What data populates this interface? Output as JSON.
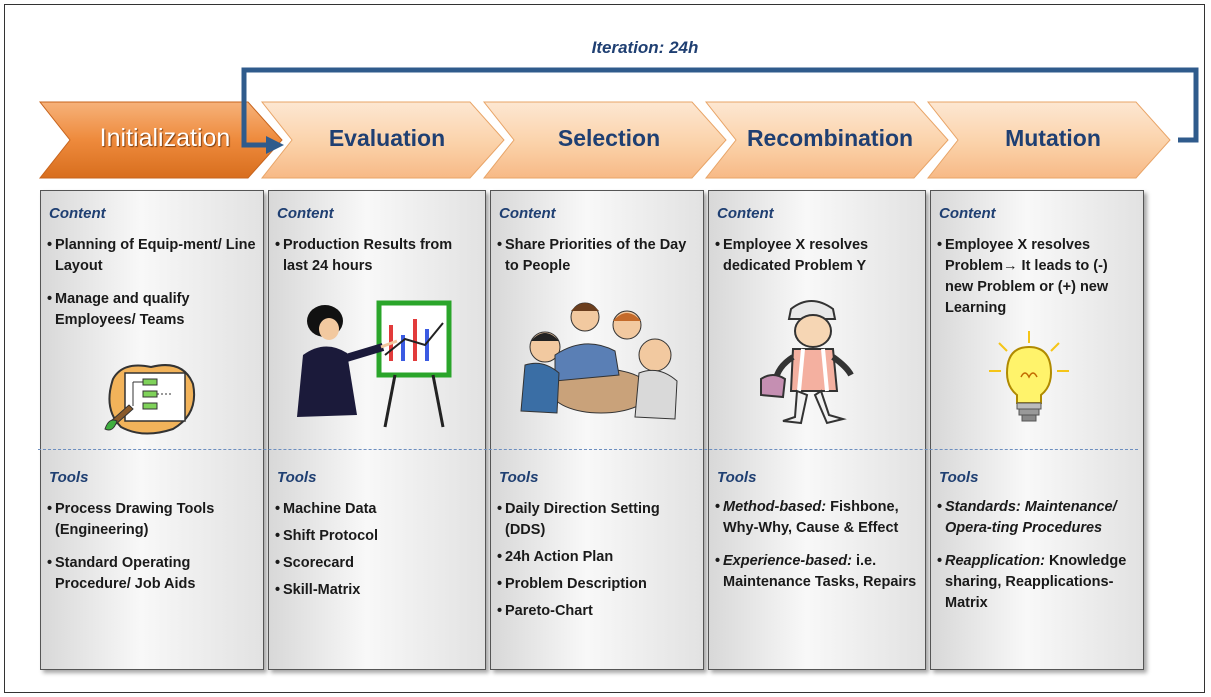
{
  "iteration_label": "Iteration: 24h",
  "phases": [
    {
      "title": "Initialization",
      "content_heading": "Content",
      "content_items": [
        "Planning of Equip-ment/ Line Layout",
        "Manage and qualify Employees/ Teams"
      ],
      "tools_heading": "Tools",
      "tools_items": [
        "Process Drawing Tools (Engineering)",
        "Standard Operating Procedure/ Job Aids"
      ]
    },
    {
      "title": "Evaluation",
      "content_heading": "Content",
      "content_items": [
        "Production Results from last 24 hours"
      ],
      "tools_heading": "Tools",
      "tools_items": [
        "Machine Data",
        "Shift Protocol",
        "Scorecard",
        "Skill-Matrix"
      ]
    },
    {
      "title": "Selection",
      "content_heading": "Content",
      "content_items": [
        "Share Priorities of the Day to People"
      ],
      "tools_heading": "Tools",
      "tools_items": [
        "Daily Direction Setting (DDS)",
        "24h Action Plan",
        "Problem Description",
        "Pareto-Chart"
      ]
    },
    {
      "title": "Recombination",
      "content_heading": "Content",
      "content_items": [
        "Employee X resolves dedicated Problem Y"
      ],
      "tools_heading": "Tools",
      "tools_items": [
        {
          "label": "Method-based:",
          "text": "Fishbone, Why-Why, Cause & Effect"
        },
        {
          "label": "Experience-based:",
          "text": "i.e. Maintenance Tasks, Repairs"
        }
      ]
    },
    {
      "title": "Mutation",
      "content_heading": "Content",
      "content_items": [
        "Employee X resolves Problem→ It leads to (-) new Problem or (+) new Learning"
      ],
      "tools_heading": "Tools",
      "tools_items": [
        {
          "label": "Standards:",
          "text": "Maintenance/ Opera-ting Procedures"
        },
        {
          "label": "Reapplication:",
          "text": "Knowledge sharing, Reapplications-Matrix"
        }
      ]
    }
  ],
  "colors": {
    "init_chevron": "#ee8a3c",
    "chevron": "#fbd4ad",
    "title_text": "#1f3f72",
    "loop_arrow": "#2f5b8c"
  }
}
